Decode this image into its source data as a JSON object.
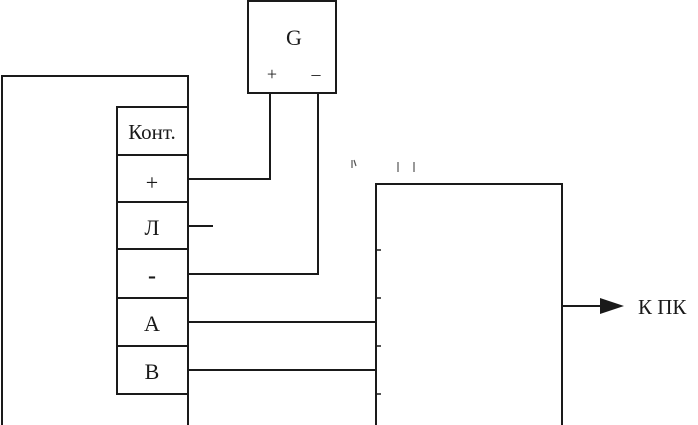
{
  "source": {
    "label": "G",
    "plus": "+",
    "minus": "–"
  },
  "terminal_block": {
    "header": "Конт.",
    "terminals": [
      "+",
      "Л",
      "-",
      "A",
      "B"
    ]
  },
  "output": {
    "label": "К ПК"
  },
  "colors": {
    "line": "#1a1a1a",
    "background": "#ffffff"
  }
}
